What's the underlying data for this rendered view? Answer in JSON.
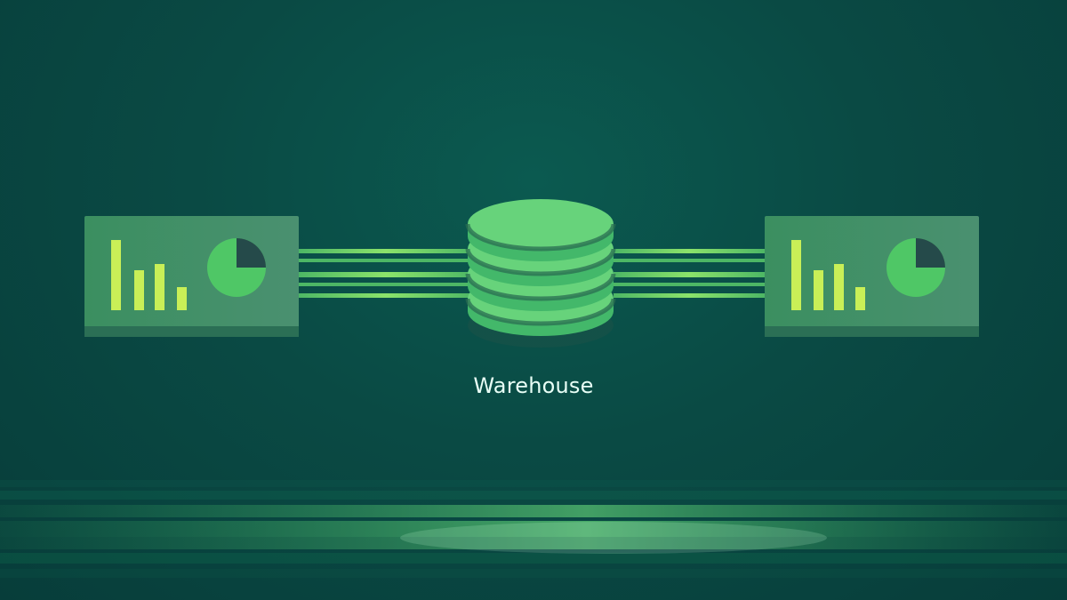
{
  "diagram": {
    "center_label": "Warehouse",
    "nodes": [
      {
        "id": "left-dashboard",
        "icons": [
          "bar-chart-icon",
          "pie-chart-icon"
        ]
      },
      {
        "id": "warehouse",
        "icons": [
          "database-icon"
        ]
      },
      {
        "id": "right-dashboard",
        "icons": [
          "bar-chart-icon",
          "pie-chart-icon"
        ]
      }
    ],
    "connections": [
      {
        "from": "left-dashboard",
        "to": "warehouse"
      },
      {
        "from": "warehouse",
        "to": "right-dashboard"
      }
    ]
  },
  "colors": {
    "background": "#0a4a44",
    "panel": "#3b8a64",
    "panel_shadow": "#2b6f55",
    "bar": "#c9ef57",
    "pie_main": "#4fc766",
    "pie_slice": "#254a4a",
    "db_top": "#67d37b",
    "db_side": "#43b86a",
    "db_dark": "#1e5147",
    "line_bright": "#8be36a",
    "line_soft": "#4db765"
  }
}
